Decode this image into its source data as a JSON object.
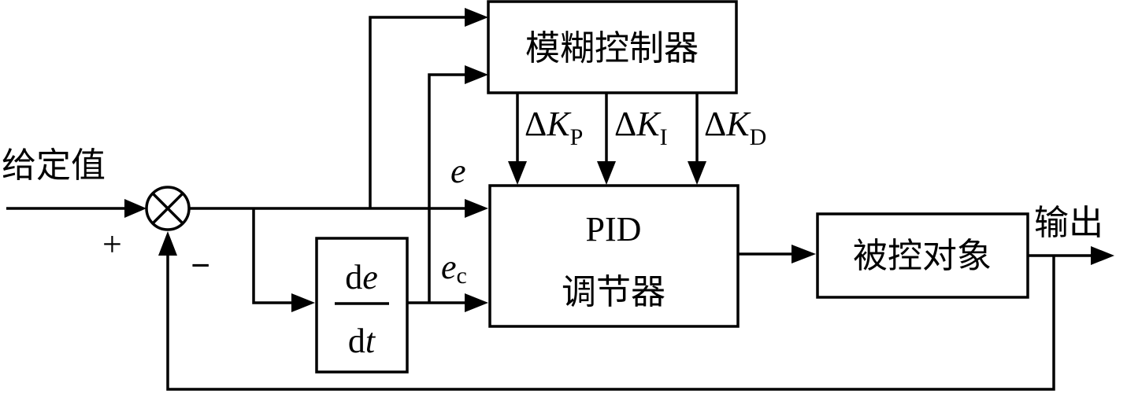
{
  "blocks": {
    "fuzzy": "模糊控制器",
    "pid_line1": "PID",
    "pid_line2": "调节器",
    "plant": "被控对象",
    "deriv_num": "de",
    "deriv_den": "dt"
  },
  "labels": {
    "input": "给定值",
    "output": "输出",
    "plus": "+",
    "minus": "−",
    "error": "e",
    "error_rate": "e",
    "error_rate_sub": "c",
    "delta": "Δ",
    "k": "K",
    "kp_sub": "P",
    "ki_sub": "I",
    "kd_sub": "D"
  }
}
